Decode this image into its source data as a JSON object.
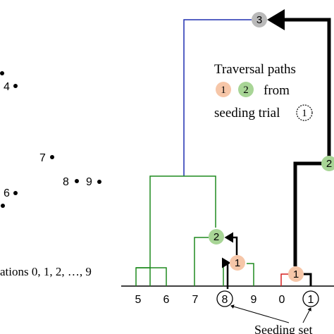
{
  "scatter_labels": [
    "4",
    "7",
    "8",
    "9",
    "6"
  ],
  "leaf_labels": [
    "5",
    "6",
    "7",
    "8",
    "9",
    "0",
    "1"
  ],
  "node_labels": {
    "top": "3",
    "right": "2",
    "mid": "2",
    "low": "1",
    "red": "1"
  },
  "legend": {
    "title": "Traversal paths",
    "badge1": "1",
    "badge2": "2",
    "from": "from",
    "seeding_trial": "seeding trial",
    "trial_badge": "1"
  },
  "left_caption": "ations 0, 1, 2, …, 9",
  "seeding_set_label": "Seeding set",
  "colors": {
    "blue_link": "#1f2fb0",
    "green_link": "#1e8a1e",
    "red_link": "#d62020",
    "orange_node": "#f6c6a8",
    "green_node": "#a8d596",
    "gray_node": "#b9b9b9",
    "path": "#000000"
  }
}
